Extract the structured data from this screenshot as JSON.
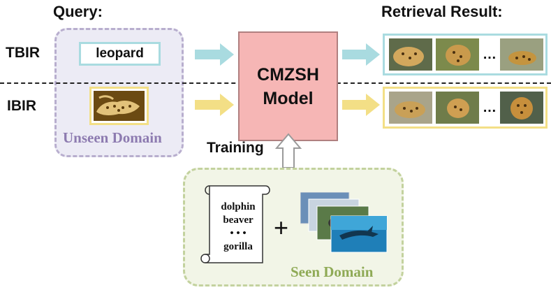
{
  "labels": {
    "query": "Query:",
    "retrieval_result": "Retrieval Result:",
    "tbir": "TBIR",
    "ibir": "IBIR",
    "unseen_domain": "Unseen Domain",
    "model_line1": "CMZSH",
    "model_line2": "Model",
    "training": "Training",
    "seen_domain": "Seen Domain"
  },
  "text_query": "leopard",
  "ellipsis": "…",
  "seen_classes": [
    "dolphin",
    "beaver",
    "• • •",
    "gorilla"
  ],
  "plus": "+",
  "colors": {
    "text_branch": "#a9dbe0",
    "image_branch": "#f3df86",
    "model_fill": "#f6b6b5",
    "unseen_border": "#b8aece",
    "unseen_text": "#8d7bb0",
    "seen_border": "#c3d29e",
    "seen_text": "#8faa56"
  }
}
